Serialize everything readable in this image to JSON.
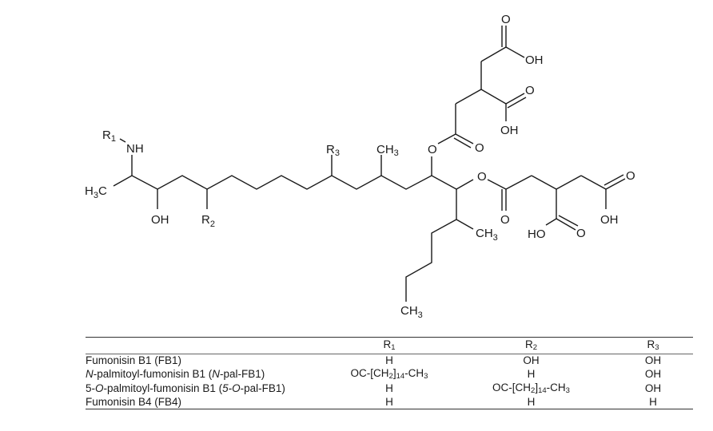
{
  "figure": {
    "structure": {
      "labels": {
        "r1": "R",
        "r1_sub": "1",
        "nh": "NH",
        "h3c_h": "H",
        "h3c_sub": "3",
        "h3c_c": "C",
        "oh_c3": "OH",
        "r2": "R",
        "r2_sub": "2",
        "r3": "R",
        "r3_sub": "3",
        "ch3_c12_ch": "CH",
        "ch3_c12_sub": "3",
        "o_ester1": "O",
        "o_ester2": "O",
        "ch3_c16_ch": "CH",
        "ch3_c16_sub": "3",
        "ch3_tail_ch": "CH",
        "ch3_tail_sub": "3",
        "tca1_o_carbonyl": "O",
        "tca1_o_acid1": "O",
        "tca1_oh_acid1": "OH",
        "tca1_o_acid2": "O",
        "tca1_oh_acid2": "OH",
        "tca2_o_carbonyl": "O",
        "tca2_ho_acid1": "HO",
        "tca2_o_acid1": "O",
        "tca2_o_acid2": "O",
        "tca2_oh_acid2": "OH"
      }
    },
    "table": {
      "headers": [
        "",
        "R1",
        "R2",
        "R3"
      ],
      "rows": [
        {
          "name": "Fumonisin B1 (FB1)",
          "r1": "H",
          "r2": "OH",
          "r3": "OH"
        },
        {
          "name": "N-palmitoyl-fumonisin B1 (N-pal-FB1)",
          "r1": "OC-[CH2]14-CH3",
          "r2": "H",
          "r3": "OH"
        },
        {
          "name": "5-O-palmitoyl-fumonisin B1 (5-O-pal-FB1)",
          "r1": "H",
          "r2": "OC-[CH2]14-CH3",
          "r3": "OH"
        },
        {
          "name": "Fumonisin B4 (FB4)",
          "r1": "H",
          "r2": "H",
          "r3": "H"
        }
      ],
      "rich": {
        "hdr_r": "R",
        "hdr_1": "1",
        "hdr_2": "2",
        "hdr_3": "3",
        "row0_name": "Fumonisin B1 (FB1)",
        "row1_n_italic": "N",
        "row1_mid": "-palmitoyl-fumonisin B1 (",
        "row1_n2_italic": "N",
        "row1_end": "-pal-FB1)",
        "row2_pre": "5-",
        "row2_o_italic": "O",
        "row2_mid": "-palmitoyl-fumonisin B1 (",
        "row2_5o_italic": "5-O",
        "row2_end": "-pal-FB1)",
        "row3_name": "Fumonisin B4 (FB4)",
        "acyl_a": "OC-[CH",
        "acyl_2": "2",
        "acyl_b": "]",
        "acyl_14": "14",
        "acyl_c": "-CH",
        "acyl_3": "3",
        "H": "H",
        "OH": "OH"
      }
    }
  }
}
